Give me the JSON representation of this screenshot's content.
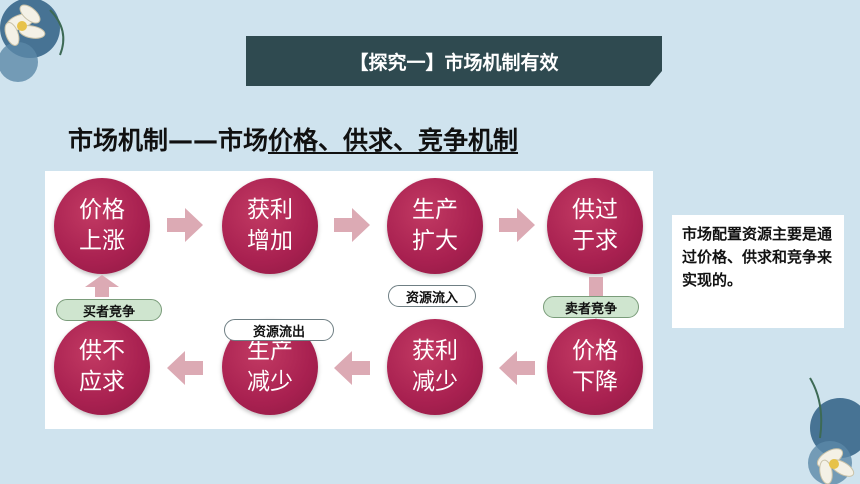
{
  "banner": {
    "text": "【探究一】市场机制有效"
  },
  "heading": {
    "prefix": "市场机制——市场",
    "underlined": "价格、供求、竞争机制"
  },
  "cycle": {
    "nodes": [
      {
        "line1": "价格",
        "line2": "上涨"
      },
      {
        "line1": "获利",
        "line2": "增加"
      },
      {
        "line1": "生产",
        "line2": "扩大"
      },
      {
        "line1": "供过",
        "line2": "于求"
      },
      {
        "line1": "价格",
        "line2": "下降"
      },
      {
        "line1": "获利",
        "line2": "减少"
      },
      {
        "line1": "生产",
        "line2": "减少"
      },
      {
        "line1": "供不",
        "line2": "应求"
      }
    ],
    "labels": {
      "resources_in": "资源流入",
      "seller_competition": "卖者竞争",
      "resources_out": "资源流出",
      "buyer_competition": "买者竞争"
    }
  },
  "note": {
    "text": "市场配置资源主要是通过价格、供求和竞争来实现的。"
  },
  "colors": {
    "background": "#cfe3ee",
    "banner": "#2f4a50",
    "circle": "#a82050",
    "arrow": "#dcaab4",
    "pill_green": "#cfe5cf"
  }
}
